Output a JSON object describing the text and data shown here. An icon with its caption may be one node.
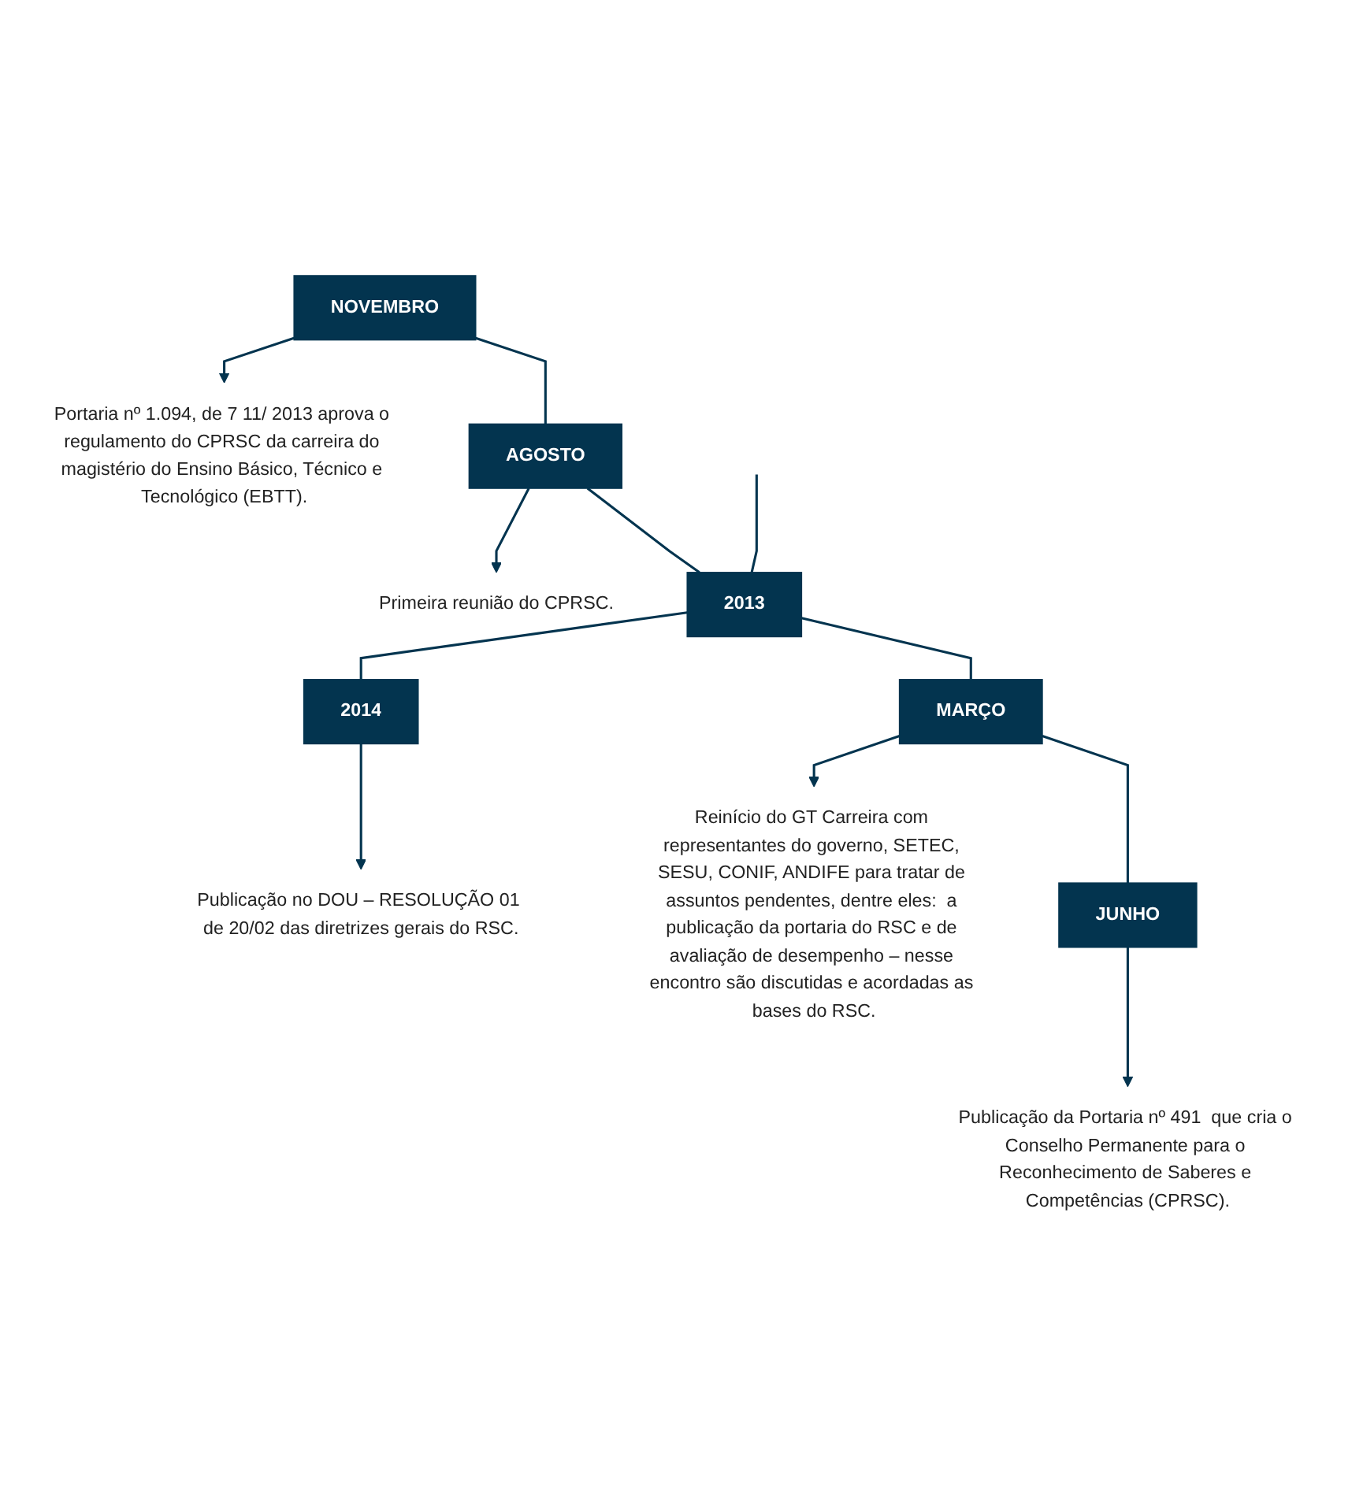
{
  "diagram": {
    "nodes": [
      {
        "text": [
          "NOVEMBRO"
        ]
      },
      {
        "text": [
          "Portaria nº 1.094, de 7 11/ 2013 aprova o regulamento do CPRSC da carreira do magistério do Ensino Básico, Técnico e Tecnológico (EBTT)."
        ]
      },
      {
        "text": [
          "AGOSTO"
        ]
      },
      {
        "text": [
          "Primeira reunião do CPRSC."
        ]
      },
      {
        "text": [
          "2013"
        ]
      },
      {
        "text": [
          "2014"
        ]
      },
      {
        "text": [
          "Publicação no DOU – RESOLUÇÃO 01 de 20/02 das diretrizes gerais do RSC."
        ]
      },
      {
        "text": [
          "MARÇO"
        ]
      },
      {
        "text": [
          "Reinício do GT Carreira com representantes do governo, SETEC, SESU, CONIF, ANDIFE para tratar de assuntos pendentes, dentre eles:  a publicação da portaria do RSC e de avaliação de desempenho – nesse encontro são discutidas e acordadas as bases do RSC."
        ]
      },
      {
        "text": [
          "JUNHO"
        ]
      },
      {
        "text": [
          "Publicação da Portaria nº 491  que cria o Conselho Permanente para o Reconhecimento de Saberes e Competências (CPRSC)."
        ]
      }
    ],
    "edges": [
      {
        "from": 0,
        "to": 1,
        "arrow": "to"
      },
      {
        "from": 0,
        "to": 2,
        "arrow": "none"
      },
      {
        "from": 2,
        "to": 3,
        "arrow": "to"
      },
      {
        "from": 2,
        "to": 4,
        "arrow": "none"
      },
      {
        "from": null,
        "to": 4,
        "arrow": "none"
      },
      {
        "from": 4,
        "to": 5,
        "arrow": "none"
      },
      {
        "from": 5,
        "to": 6,
        "arrow": "to"
      },
      {
        "from": 4,
        "to": 7,
        "arrow": "none"
      },
      {
        "from": 7,
        "to": 8,
        "arrow": "to"
      },
      {
        "from": 7,
        "to": 9,
        "arrow": "none"
      },
      {
        "from": 9,
        "to": 10,
        "arrow": "to"
      }
    ]
  }
}
